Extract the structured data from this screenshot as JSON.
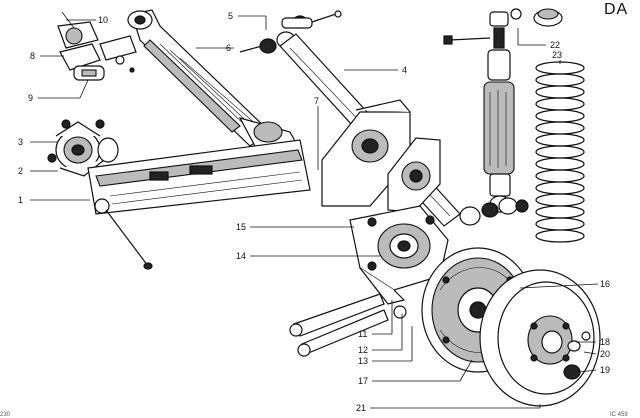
{
  "corner_label": "DA",
  "bottom_left_code": "230",
  "bottom_right_code": "IC 459",
  "callouts": [
    "1",
    "2",
    "3",
    "4",
    "5",
    "6",
    "7",
    "8",
    "9",
    "10",
    "11",
    "12",
    "13",
    "14",
    "15",
    "16",
    "17",
    "18",
    "19",
    "20",
    "21",
    "22",
    "23"
  ]
}
